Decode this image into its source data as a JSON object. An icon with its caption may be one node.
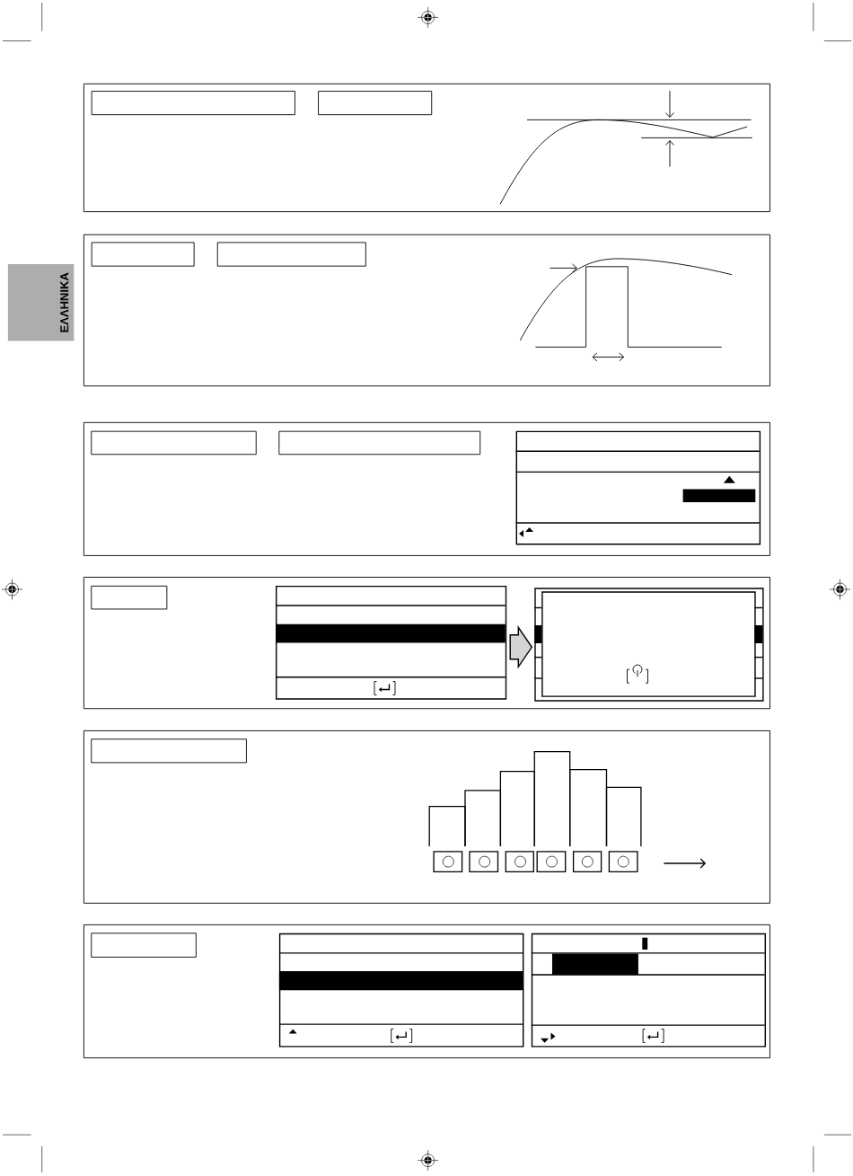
{
  "diagram": {
    "nodes": [
      {
        "text": [],
        "shape": "box"
      },
      {
        "text": [],
        "shape": "box"
      },
      {
        "text": [],
        "shape": "box"
      },
      {
        "text": [],
        "shape": "box"
      },
      {
        "text": [],
        "shape": "box"
      },
      {
        "text": [],
        "shape": "box"
      },
      {
        "text": [],
        "shape": "box"
      },
      {
        "text": [],
        "shape": "box"
      },
      {
        "text": [],
        "shape": "box"
      },
      {
        "text": [],
        "shape": "box"
      },
      {
        "text": [],
        "shape": "box",
        "in": 9
      },
      {
        "text": [],
        "shape": "box"
      },
      {
        "text": [],
        "shape": "box"
      },
      {
        "text": [],
        "shape": "box"
      },
      {
        "text": [],
        "shape": "box"
      }
    ],
    "edges": [
      {
        "from": 8,
        "to": 9,
        "arrow": "to"
      }
    ],
    "labels": [
      "ΕΛΛΗΝΙΚΑ"
    ]
  }
}
